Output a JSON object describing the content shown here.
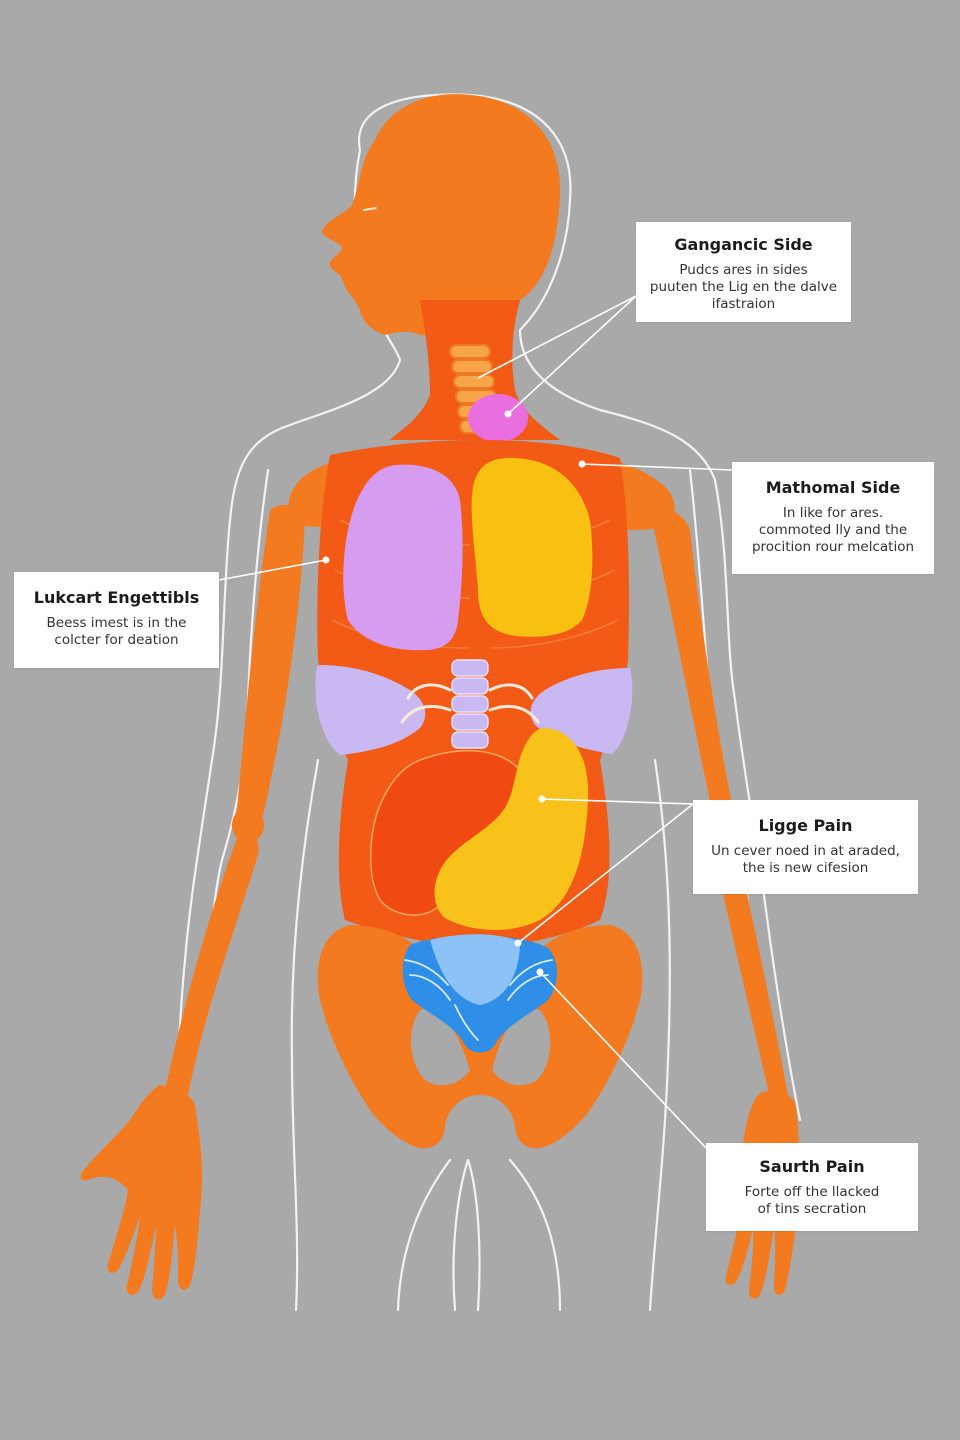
{
  "callouts": {
    "gangancic": {
      "title": "Gangancic Side",
      "lines": [
        "Pudcs ares in sides",
        "puuten the Lig en the dalve",
        "ifastraion"
      ]
    },
    "mathomal": {
      "title": "Mathomal Side",
      "lines": [
        "In like for ares.",
        "commoted lly and the",
        "procition rour melcation"
      ]
    },
    "lukcart": {
      "title": "Lukcart Engettibls",
      "lines": [
        "Beess imest is in the",
        "colcter for deation"
      ]
    },
    "ligge": {
      "title": "Ligge Pain",
      "lines": [
        "Un cever noed in at araded,",
        "the is new cifesion"
      ]
    },
    "saurth": {
      "title": "Saurth Pain",
      "lines": [
        "Forte off the llacked",
        "of tins secration"
      ]
    }
  },
  "colors": {
    "background": "#a9a9a9",
    "body_orange": "#f47a20",
    "torso_red_orange": "#f25a15",
    "lung_left": "#d59cf0",
    "lung_right": "#f8c010",
    "liver": "#f8c21a",
    "stomach": "#f04a12",
    "bladder": "#2e8ee8",
    "lavender": "#c9b8f2",
    "outline": "#f4f4f4",
    "leader_line": "#ffffff"
  }
}
